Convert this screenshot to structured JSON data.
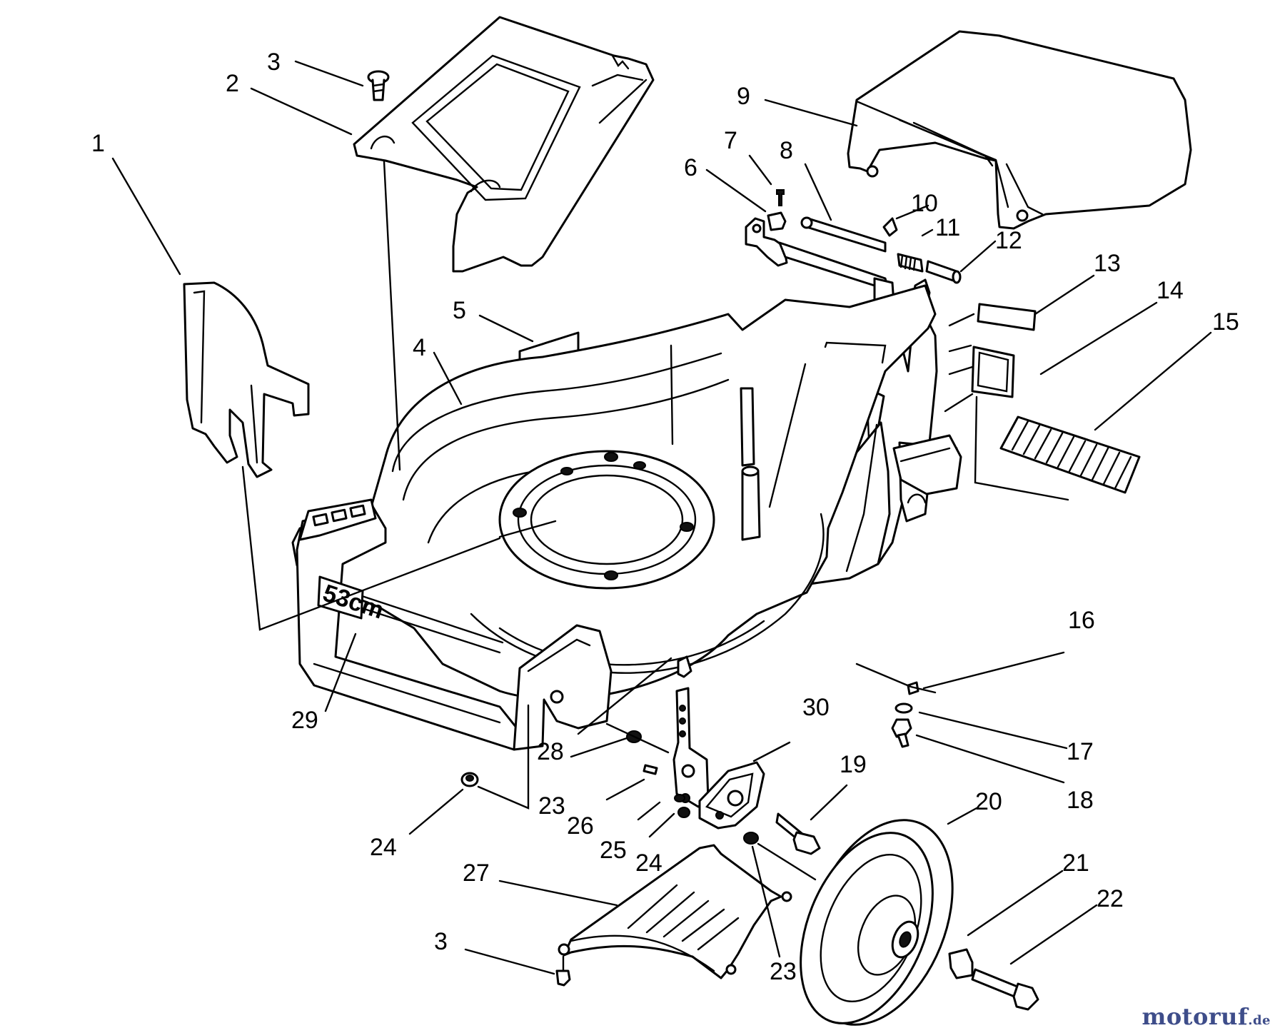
{
  "deck_marking": "53cm",
  "callouts": [
    {
      "id": "c1",
      "label": "1"
    },
    {
      "id": "c2",
      "label": "2"
    },
    {
      "id": "c3a",
      "label": "3"
    },
    {
      "id": "c3b",
      "label": "3"
    },
    {
      "id": "c4",
      "label": "4"
    },
    {
      "id": "c5",
      "label": "5"
    },
    {
      "id": "c6",
      "label": "6"
    },
    {
      "id": "c7",
      "label": "7"
    },
    {
      "id": "c8",
      "label": "8"
    },
    {
      "id": "c9",
      "label": "9"
    },
    {
      "id": "c10",
      "label": "10"
    },
    {
      "id": "c11",
      "label": "11"
    },
    {
      "id": "c12",
      "label": "12"
    },
    {
      "id": "c13",
      "label": "13"
    },
    {
      "id": "c14",
      "label": "14"
    },
    {
      "id": "c15",
      "label": "15"
    },
    {
      "id": "c16",
      "label": "16"
    },
    {
      "id": "c17",
      "label": "17"
    },
    {
      "id": "c18",
      "label": "18"
    },
    {
      "id": "c19",
      "label": "19"
    },
    {
      "id": "c20",
      "label": "20"
    },
    {
      "id": "c21",
      "label": "21"
    },
    {
      "id": "c22",
      "label": "22"
    },
    {
      "id": "c23a",
      "label": "23"
    },
    {
      "id": "c23b",
      "label": "23"
    },
    {
      "id": "c24a",
      "label": "24"
    },
    {
      "id": "c24b",
      "label": "24"
    },
    {
      "id": "c25",
      "label": "25"
    },
    {
      "id": "c26",
      "label": "26"
    },
    {
      "id": "c27",
      "label": "27"
    },
    {
      "id": "c28",
      "label": "28"
    },
    {
      "id": "c29",
      "label": "29"
    },
    {
      "id": "c30",
      "label": "30"
    }
  ],
  "watermark": {
    "brand": "motoruf",
    "suffix": ".de",
    "color": "#3e4d8a"
  }
}
